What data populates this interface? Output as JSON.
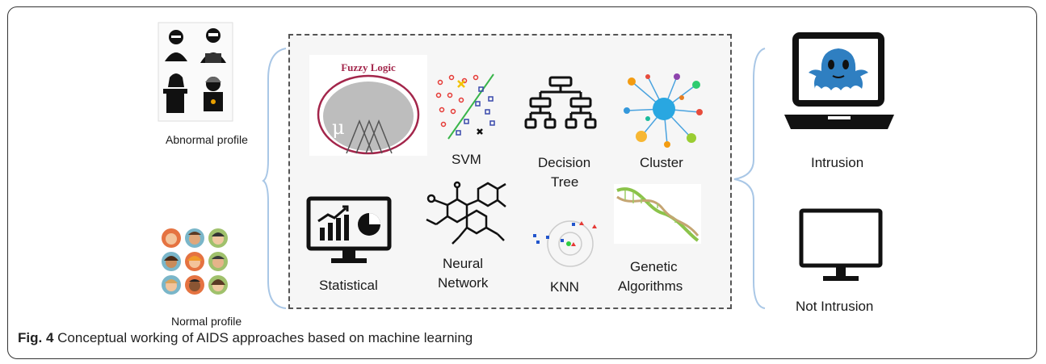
{
  "left": {
    "abnormal_label": "Abnormal profile",
    "normal_label": "Normal profile"
  },
  "methods": {
    "fuzzy_title": "Fuzzy Logic",
    "fuzzy_mu": "μ",
    "svm": "SVM",
    "decision_tree_line1": "Decision",
    "decision_tree_line2": "Tree",
    "cluster": "Cluster",
    "statistical": "Statistical",
    "neural_line1": "Neural",
    "neural_line2": "Network",
    "knn": "KNN",
    "genetic_line1": "Genetic",
    "genetic_line2": "Algorithms"
  },
  "right": {
    "intrusion": "Intrusion",
    "not_intrusion": "Not Intrusion"
  },
  "caption": {
    "fig": "Fig. 4",
    "text": " Conceptual working of AIDS approaches based on machine learning"
  },
  "colors": {
    "monster_blue": "#2f7fc1",
    "bracket_blue": "#a9c7e6",
    "fuzzy_ring": "#a3264b"
  }
}
